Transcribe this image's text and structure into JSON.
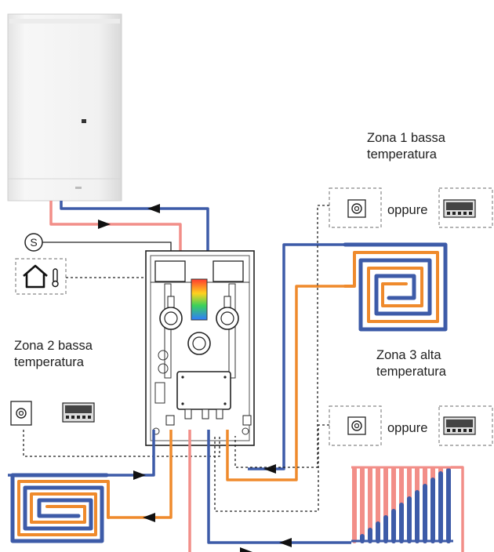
{
  "labels": {
    "zone1": [
      "Zona 1 bassa",
      "temperatura"
    ],
    "zone2": [
      "Zona 2 bassa",
      "temperatura"
    ],
    "zone3": [
      "Zona 3 alta",
      "temperatura"
    ],
    "oppure": "oppure"
  },
  "sensor_symbol": "S",
  "icons": [
    "boiler-icon",
    "outdoor-sensor-icon",
    "house-thermometer-icon",
    "room-thermostat-icon",
    "programmable-thermostat-icon",
    "floor-heating-coil-icon",
    "radiator-icon",
    "hydraulic-module-icon",
    "pump-icon",
    "mixing-valve-icon",
    "electrical-box-icon"
  ],
  "colors": {
    "flow_pipe": "#f28e88",
    "return_pipe": "#3d5ba8",
    "low_temp_flow": "#ef8a2c",
    "wiring": "#222222",
    "boiler": "#f2f2f2",
    "mixing_valve_gradient": [
      "#ff3b2f",
      "#ffd21f",
      "#3ad15a",
      "#2f7bff"
    ]
  },
  "zones": [
    {
      "id": 1,
      "type": "underfloor",
      "temperature": "bassa",
      "control": [
        "room-thermostat",
        "programmable-thermostat"
      ]
    },
    {
      "id": 2,
      "type": "underfloor",
      "temperature": "bassa",
      "control": [
        "room-thermostat",
        "programmable-thermostat"
      ]
    },
    {
      "id": 3,
      "type": "radiator",
      "temperature": "alta",
      "control": [
        "room-thermostat",
        "programmable-thermostat"
      ]
    }
  ]
}
